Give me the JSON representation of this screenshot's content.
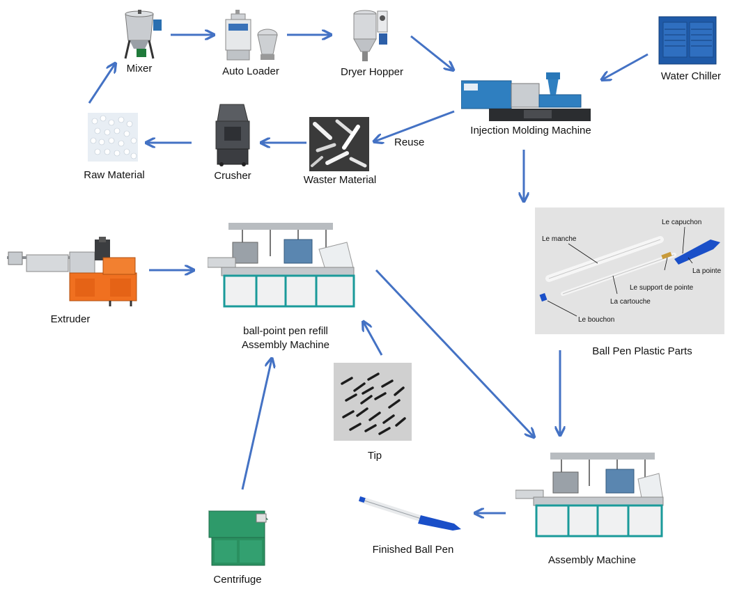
{
  "labels": {
    "mixer": "Mixer",
    "auto_loader": "Auto Loader",
    "dryer_hopper": "Dryer Hopper",
    "water_chiller": "Water Chiller",
    "injection_molding": "Injection Molding Machine",
    "reuse": "Reuse",
    "waster_material": "Waster Material",
    "crusher": "Crusher",
    "raw_material": "Raw Material",
    "extruder": "Extruder",
    "refill_line1": "ball-point pen refill",
    "refill_line2": "Assembly Machine",
    "ball_pen_parts": "Ball Pen Plastic Parts",
    "tip": "Tip",
    "finished_ball_pen": "Finished Ball Pen",
    "assembly_machine": "Assembly Machine",
    "centrifuge": "Centrifuge"
  },
  "parts_photo": {
    "le_capuchon": "Le capuchon",
    "le_manche": "Le manche",
    "la_pointe": "La pointe",
    "le_support": "Le support de pointe",
    "la_cartouche": "La cartouche",
    "le_bouchon": "Le bouchon"
  },
  "colors": {
    "arrow": "#4472c4",
    "machine_blue": "#2f7fc0",
    "machine_teal": "#1a9a9a",
    "extruder_orange": "#f07020",
    "centrifuge_green": "#2e9a6a",
    "pen_blue": "#1a4fc8"
  },
  "icons": [
    "mixer-icon",
    "auto-loader-icon",
    "dryer-hopper-icon",
    "water-chiller-icon",
    "injection-machine-icon",
    "waste-material-icon",
    "crusher-icon",
    "raw-material-icon",
    "extruder-icon",
    "assembly-machine-icon",
    "pen-parts-photo",
    "tip-photo",
    "finished-pen-icon",
    "centrifuge-icon"
  ]
}
